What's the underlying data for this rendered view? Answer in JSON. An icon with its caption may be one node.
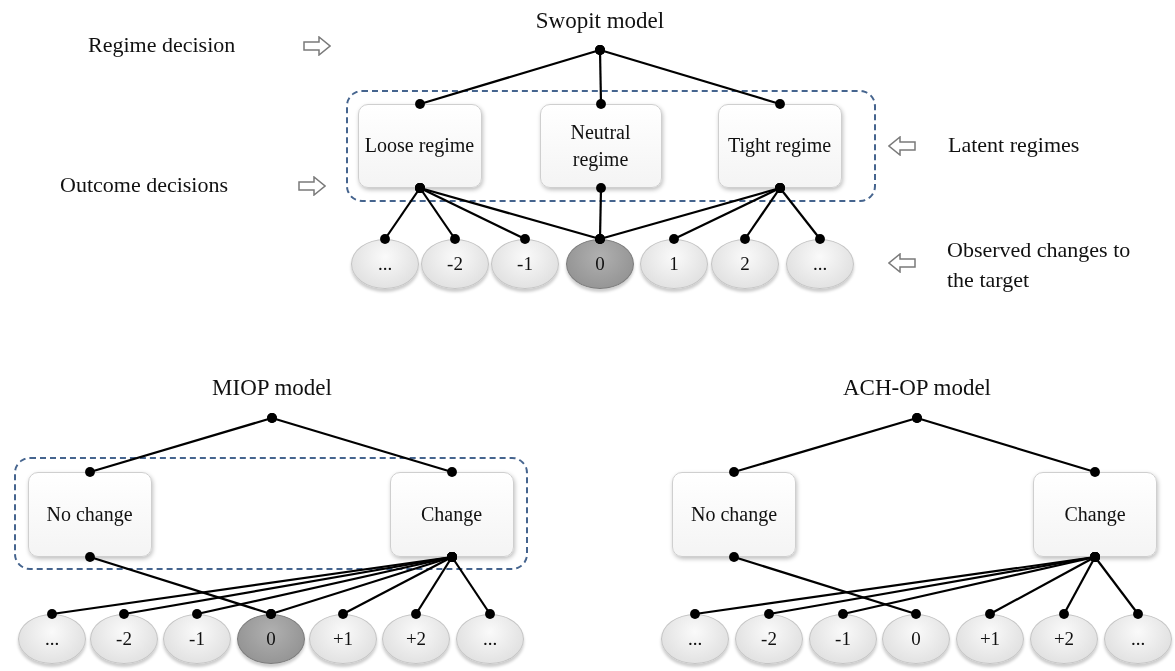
{
  "diagram": {
    "nodes": [
      {
        "text": [
          "Swopit model"
        ]
      },
      {
        "text": [],
        "shape": "box"
      },
      {
        "text": [
          "Loose regime"
        ],
        "in": 1
      },
      {
        "text": [
          "Neutral regime"
        ],
        "in": 1
      },
      {
        "text": [
          "Tight regime"
        ],
        "in": 1
      },
      {
        "text": [
          "..."
        ]
      },
      {
        "text": [
          "-2"
        ]
      },
      {
        "text": [
          "-1"
        ]
      },
      {
        "text": [
          "0"
        ]
      },
      {
        "text": [
          "1"
        ]
      },
      {
        "text": [
          "2"
        ]
      },
      {
        "text": [
          "..."
        ]
      },
      {
        "text": [
          "MIOP model"
        ]
      },
      {
        "text": [],
        "shape": "box"
      },
      {
        "text": [
          "No change"
        ],
        "in": 13
      },
      {
        "text": [
          "Change"
        ],
        "in": 13
      },
      {
        "text": [
          "..."
        ]
      },
      {
        "text": [
          "-2"
        ]
      },
      {
        "text": [
          "-1"
        ]
      },
      {
        "text": [
          "0"
        ]
      },
      {
        "text": [
          "+1"
        ]
      },
      {
        "text": [
          "+2"
        ]
      },
      {
        "text": [
          "..."
        ]
      },
      {
        "text": [
          "ACH-OP model"
        ]
      },
      {
        "text": [
          "No change"
        ]
      },
      {
        "text": [
          "Change"
        ]
      },
      {
        "text": [
          "..."
        ]
      },
      {
        "text": [
          "-2"
        ]
      },
      {
        "text": [
          "-1"
        ]
      },
      {
        "text": [
          "0"
        ]
      },
      {
        "text": [
          "+1"
        ]
      },
      {
        "text": [
          "+2"
        ]
      },
      {
        "text": [
          "..."
        ]
      }
    ],
    "edges": [
      {
        "from": 0,
        "to": 2,
        "arrow": "other"
      },
      {
        "from": 0,
        "to": 3,
        "arrow": "other"
      },
      {
        "from": 0,
        "to": 4,
        "arrow": "other"
      },
      {
        "from": 2,
        "to": 5,
        "arrow": "other"
      },
      {
        "from": 2,
        "to": 6,
        "arrow": "other"
      },
      {
        "from": 2,
        "to": 7,
        "arrow": "other"
      },
      {
        "from": 2,
        "to": 8,
        "arrow": "other"
      },
      {
        "from": 3,
        "to": 8,
        "arrow": "other"
      },
      {
        "from": 4,
        "to": 8,
        "arrow": "other"
      },
      {
        "from": 4,
        "to": 9,
        "arrow": "other"
      },
      {
        "from": 4,
        "to": 10,
        "arrow": "other"
      },
      {
        "from": 4,
        "to": 11,
        "arrow": "other"
      },
      {
        "from": 12,
        "to": 14,
        "arrow": "other"
      },
      {
        "from": 12,
        "to": 15,
        "arrow": "other"
      },
      {
        "from": 14,
        "to": 19,
        "arrow": "other"
      },
      {
        "from": 15,
        "to": 16,
        "arrow": "other"
      },
      {
        "from": 15,
        "to": 17,
        "arrow": "other"
      },
      {
        "from": 15,
        "to": 18,
        "arrow": "other"
      },
      {
        "from": 15,
        "to": 19,
        "arrow": "other"
      },
      {
        "from": 15,
        "to": 20,
        "arrow": "other"
      },
      {
        "from": 15,
        "to": 21,
        "arrow": "other"
      },
      {
        "from": 15,
        "to": 22,
        "arrow": "other"
      },
      {
        "from": 23,
        "to": 24,
        "arrow": "other"
      },
      {
        "from": 23,
        "to": 25,
        "arrow": "other"
      },
      {
        "from": 24,
        "to": 29,
        "arrow": "other"
      },
      {
        "from": 25,
        "to": 26,
        "arrow": "other"
      },
      {
        "from": 25,
        "to": 27,
        "arrow": "other"
      },
      {
        "from": 25,
        "to": 28,
        "arrow": "other"
      },
      {
        "from": 25,
        "to": 30,
        "arrow": "other"
      },
      {
        "from": 25,
        "to": 31,
        "arrow": "other"
      },
      {
        "from": 25,
        "to": 32,
        "arrow": "other"
      }
    ],
    "labels": [
      "Regime decision",
      "Outcome decisions",
      "Latent regimes",
      "Observed changes to the target"
    ]
  }
}
